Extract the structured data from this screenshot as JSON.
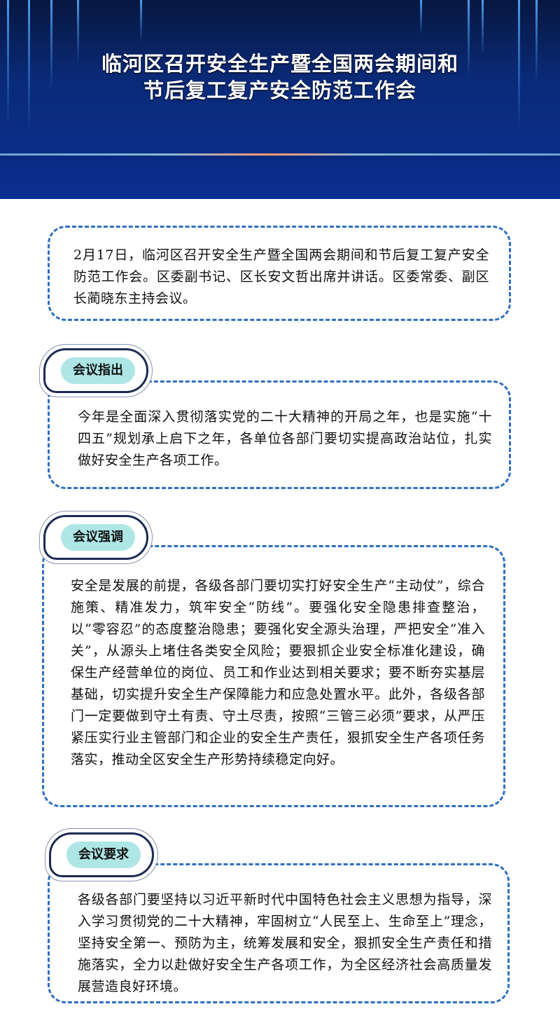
{
  "header": {
    "title_line1": "临河区召开安全生产暨全国两会期间和",
    "title_line2": "节后复工复产安全防范工作会"
  },
  "intro": "2月17日，临河区召开安全生产暨全国两会期间和节后复工复产安全防范工作会。区委副书记、区长安文哲出席并讲话。区委常委、副区长蔺晓东主持会议。",
  "sections": [
    {
      "label": "会议指出",
      "text": "今年是全面深入贯彻落实党的二十大精神的开局之年，也是实施“十四五”规划承上启下之年，各单位各部门要切实提高政治站位，扎实做好安全生产各项工作。"
    },
    {
      "label": "会议强调",
      "text": "安全是发展的前提，各级各部门要切实打好安全生产“主动仗”，综合施策、精准发力，筑牢安全“防线”。要强化安全隐患排查整治，以“零容忍”的态度整治隐患；要强化安全源头治理，严把安全“准入关”，从源头上堵住各类安全风险；要狠抓企业安全标准化建设，确保生产经营单位的岗位、员工和作业达到相关要求；要不断夯实基层基础，切实提升安全生产保障能力和应急处置水平。此外，各级各部门一定要做到守土有责、守土尽责，按照“三管三必须”要求，从严压紧压实行业主管部门和企业的安全生产责任，狠抓安全生产各项任务落实，推动全区安全生产形势持续稳定向好。"
    },
    {
      "label": "会议要求",
      "text": "各级各部门要坚持以习近平新时代中国特色社会主义思想为指导，深入学习贯彻党的二十大精神，牢固树立“人民至上、生命至上”理念，坚持安全第一、预防为主，统筹发展和安全，狠抓安全生产责任和措施落实，全力以赴做好安全生产各项工作，为全区经济社会高质量发展营造良好环境。"
    }
  ]
}
